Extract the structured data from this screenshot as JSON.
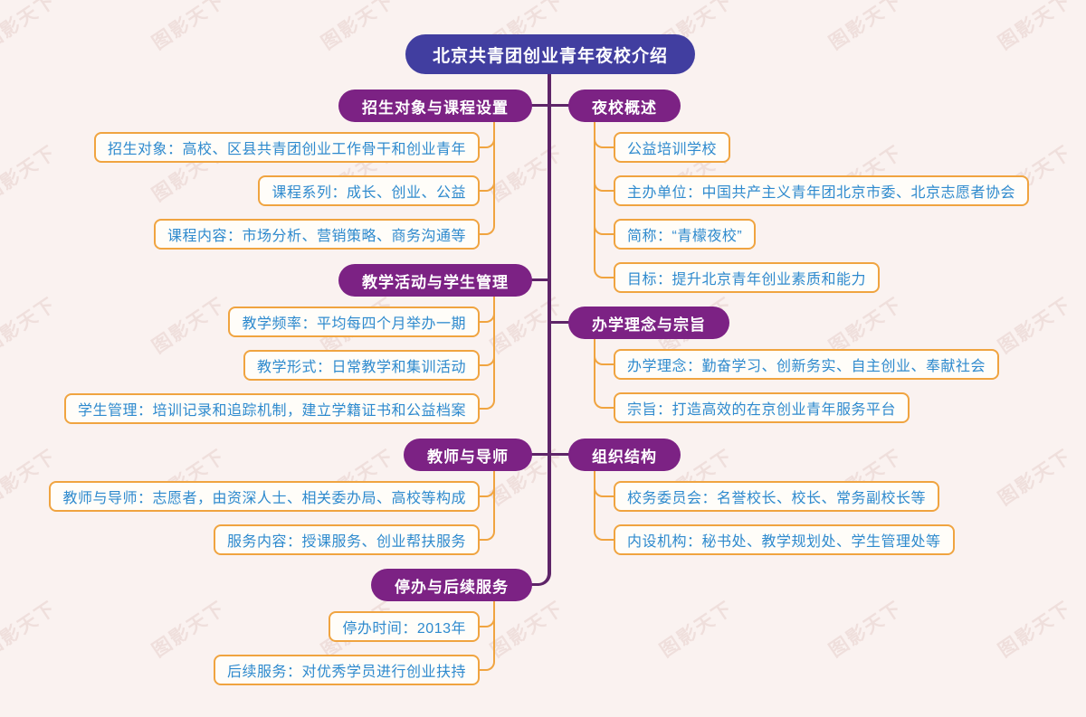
{
  "colors": {
    "background": "#faf2f0",
    "root_fill": "#413ea0",
    "root_text": "#ffffff",
    "branch_fill": "#7c2284",
    "branch_text": "#ffffff",
    "connector_purple": "#5e2468",
    "connector_orange": "#f0a440",
    "leaf_bg": "#fffdf9",
    "leaf_text": "#2e8ace",
    "watermark": "#e6cdca"
  },
  "watermark": {
    "text": "图影天下"
  },
  "root": {
    "label": "北京共青团创业青年夜校介绍"
  },
  "branches": [
    {
      "side": "left",
      "label": "招生对象与课程设置",
      "children": [
        {
          "label": "招生对象：高校、区县共青团创业工作骨干和创业青年"
        },
        {
          "label": "课程系列：成长、创业、公益"
        },
        {
          "label": "课程内容：市场分析、营销策略、商务沟通等"
        }
      ]
    },
    {
      "side": "left",
      "label": "教学活动与学生管理",
      "children": [
        {
          "label": "教学频率：平均每四个月举办一期"
        },
        {
          "label": "教学形式：日常教学和集训活动"
        },
        {
          "label": "学生管理：培训记录和追踪机制，建立学籍证书和公益档案"
        }
      ]
    },
    {
      "side": "left",
      "label": "教师与导师",
      "children": [
        {
          "label": "教师与导师：志愿者，由资深人士、相关委办局、高校等构成"
        },
        {
          "label": "服务内容：授课服务、创业帮扶服务"
        }
      ]
    },
    {
      "side": "left",
      "label": "停办与后续服务",
      "children": [
        {
          "label": "停办时间：2013年"
        },
        {
          "label": "后续服务：对优秀学员进行创业扶持"
        }
      ]
    },
    {
      "side": "right",
      "label": "夜校概述",
      "children": [
        {
          "label": "公益培训学校"
        },
        {
          "label": "主办单位：中国共产主义青年团北京市委、北京志愿者协会"
        },
        {
          "label": "简称：“青檬夜校”"
        },
        {
          "label": "目标：提升北京青年创业素质和能力"
        }
      ]
    },
    {
      "side": "right",
      "label": "办学理念与宗旨",
      "children": [
        {
          "label": "办学理念：勤奋学习、创新务实、自主创业、奉献社会"
        },
        {
          "label": "宗旨：打造高效的在京创业青年服务平台"
        }
      ]
    },
    {
      "side": "right",
      "label": "组织结构",
      "children": [
        {
          "label": "校务委员会：名誉校长、校长、常务副校长等"
        },
        {
          "label": "内设机构：秘书处、教学规划处、学生管理处等"
        }
      ]
    }
  ]
}
